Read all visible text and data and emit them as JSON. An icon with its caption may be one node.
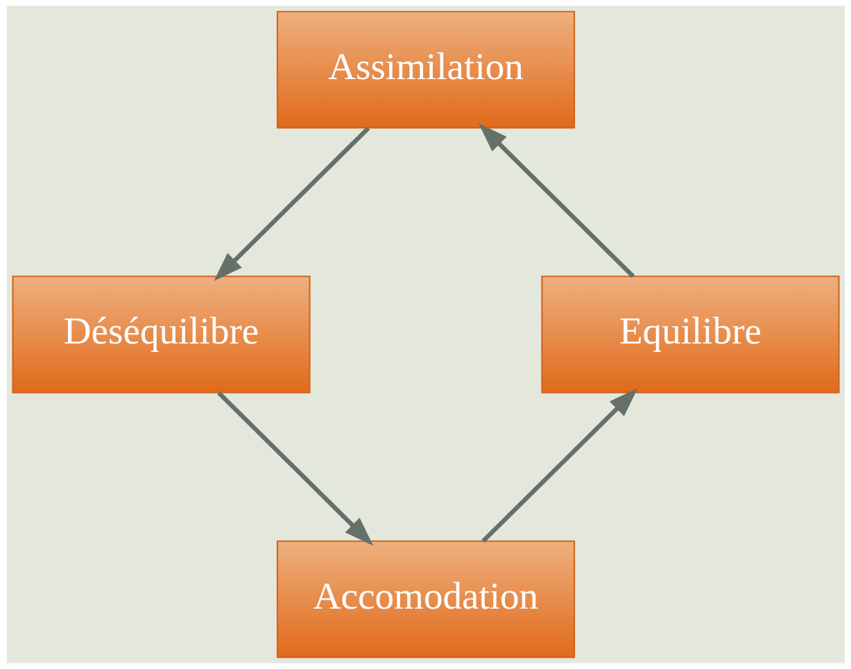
{
  "diagram": {
    "nodes": [
      {
        "text": [
          "Assimilation"
        ]
      },
      {
        "text": [
          "Déséquilibre"
        ]
      },
      {
        "text": [
          "Accomodation"
        ]
      },
      {
        "text": [
          "Equilibre"
        ]
      }
    ],
    "edges": [
      {
        "from": 0,
        "to": 1,
        "arrow": "to"
      },
      {
        "from": 1,
        "to": 2,
        "arrow": "to"
      },
      {
        "from": 2,
        "to": 3,
        "arrow": "to"
      },
      {
        "from": 3,
        "to": 0,
        "arrow": "to"
      }
    ]
  }
}
